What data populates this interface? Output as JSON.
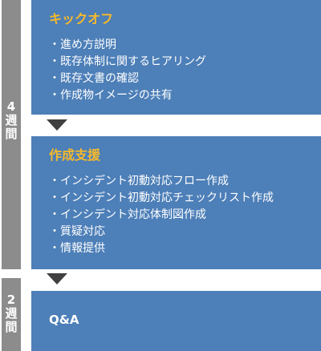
{
  "phases": [
    {
      "title": "キックオフ",
      "items": [
        "進め方説明",
        "既存体制に関するヒアリング",
        "既存文書の確認",
        "作成物イメージの共有"
      ]
    },
    {
      "title": "作成支援",
      "items": [
        "インシデント初動対応フロー作成",
        "インシデント初動対応チェックリスト作成",
        "インシデント対応体制図作成",
        "質疑対応",
        "情報提供"
      ]
    },
    {
      "label": "Q&A"
    }
  ],
  "durations": [
    {
      "number": "4",
      "char1": "週",
      "char2": "間"
    },
    {
      "number": "2",
      "char1": "週",
      "char2": "間"
    }
  ],
  "colors": {
    "box": "#4d7fb8",
    "title": "#f6b92a",
    "timeline": "#8c8c8c",
    "arrow": "#404040"
  }
}
